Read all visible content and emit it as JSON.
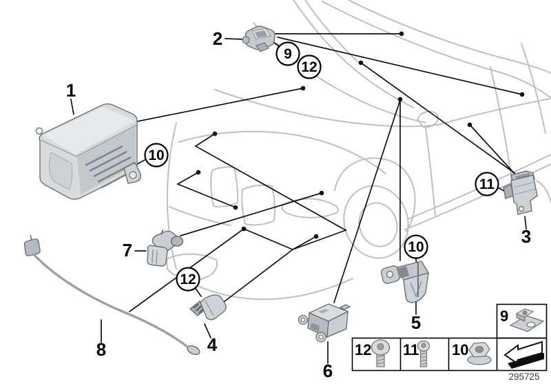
{
  "diagram": {
    "number": "295725",
    "callouts": {
      "part1": "1",
      "part2": "2",
      "part3": "3",
      "part4": "4",
      "part5": "5",
      "part6": "6",
      "part7": "7",
      "part8": "8",
      "screw9": "9",
      "nut10_module": "10",
      "nut10_bracket": "10",
      "screw11": "11",
      "screw12_top": "12",
      "screw12_sensor": "12"
    },
    "legend": {
      "bracket_box_label": "9",
      "fastener_cells": [
        "12",
        "11",
        "10"
      ]
    }
  }
}
